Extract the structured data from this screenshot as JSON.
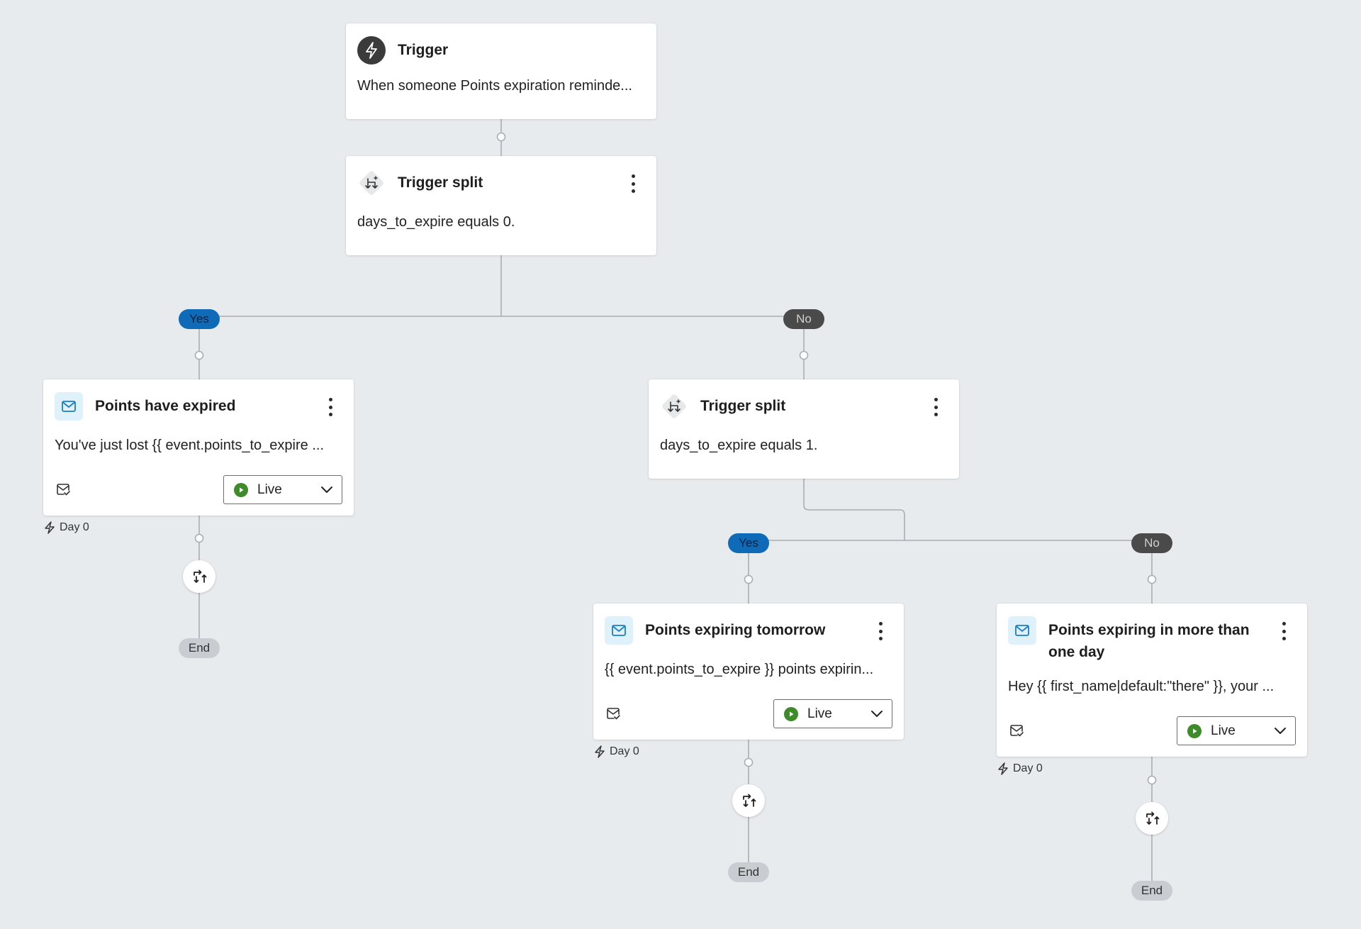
{
  "trigger": {
    "title": "Trigger",
    "description": "When someone Points expiration reminde..."
  },
  "split_1": {
    "title": "Trigger split",
    "condition": "days_to_expire equals 0."
  },
  "split_2": {
    "title": "Trigger split",
    "condition": "days_to_expire equals 1."
  },
  "branch_labels": {
    "yes": "Yes",
    "no": "No",
    "end": "End"
  },
  "emails": [
    {
      "title": "Points have expired",
      "preview": "You've just lost {{ event.points_to_expire ...",
      "status": "Live",
      "delay": "Day 0"
    },
    {
      "title": "Points expiring tomorrow",
      "preview": "{{ event.points_to_expire }} points expirin...",
      "status": "Live",
      "delay": "Day 0"
    },
    {
      "title": "Points expiring in more than one day",
      "preview": "Hey {{ first_name|default:\"there\" }}, your ...",
      "status": "Live",
      "delay": "Day 0"
    }
  ],
  "colors": {
    "canvas": "#e8ebee",
    "yes_pill": "#0f6ab7",
    "no_pill": "#4a4a4a",
    "end_pill": "#c9ccd0",
    "live_status": "#3e8b29",
    "email_icon_bg": "#dff1fb",
    "email_icon_stroke": "#1b7fc4",
    "connector": "#a9aeb3"
  },
  "icons": {
    "trigger": "lightning-icon",
    "split": "split-arrows-icon",
    "email": "envelope-icon",
    "email_check": "envelope-check-icon",
    "delay": "lightning-outline-icon",
    "restart": "restart-arrows-icon",
    "dropdown": "chevron-down-icon"
  }
}
